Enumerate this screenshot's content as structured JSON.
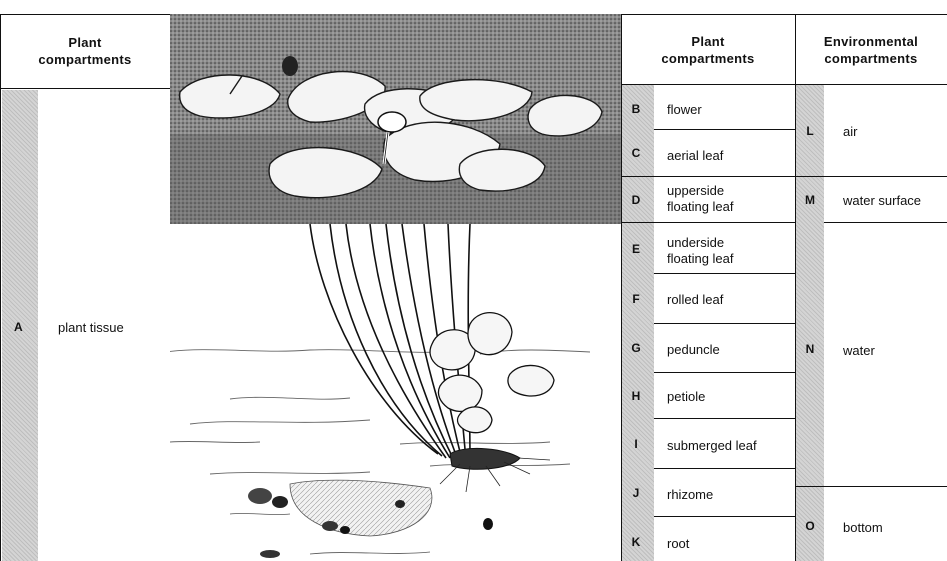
{
  "left_column": {
    "header": "Plant\ncompartments",
    "rows": [
      {
        "letter": "A",
        "label": "plant tissue"
      }
    ]
  },
  "plant_column": {
    "header": "Plant\ncompartments",
    "rows": [
      {
        "letter": "B",
        "label": "flower"
      },
      {
        "letter": "C",
        "label": "aerial leaf"
      },
      {
        "letter": "D",
        "label": "upperside\nfloating leaf"
      },
      {
        "letter": "E",
        "label": "underside\nfloating leaf"
      },
      {
        "letter": "F",
        "label": "rolled leaf"
      },
      {
        "letter": "G",
        "label": "peduncle"
      },
      {
        "letter": "H",
        "label": "petiole"
      },
      {
        "letter": "I",
        "label": "submerged leaf"
      },
      {
        "letter": "J",
        "label": "rhizome"
      },
      {
        "letter": "K",
        "label": "root"
      }
    ]
  },
  "env_column": {
    "header": "Environmental\ncompartments",
    "rows": [
      {
        "letter": "L",
        "label": "air"
      },
      {
        "letter": "M",
        "label": "water surface"
      },
      {
        "letter": "N",
        "label": "water"
      },
      {
        "letter": "O",
        "label": "bottom"
      }
    ]
  }
}
